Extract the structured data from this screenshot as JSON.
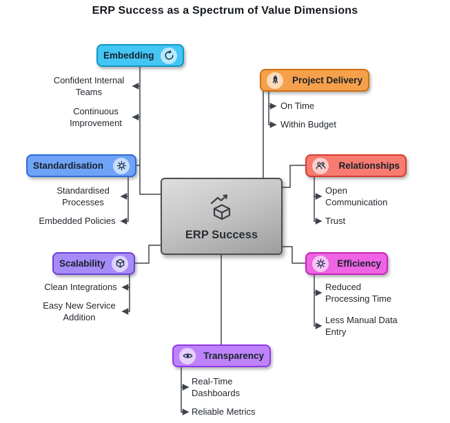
{
  "title": "ERP Success as a Spectrum of Value Dimensions",
  "center": {
    "label": "ERP Success",
    "icon": "package-growth-icon"
  },
  "line_color": "#3d434b",
  "nodes": [
    {
      "id": "embedding",
      "label": "Embedding",
      "icon": "refresh-cycle-icon",
      "fill": "#43C6F3",
      "border": "#0D97C6",
      "items": [
        "Confident Internal Teams",
        "Continuous Improvement"
      ]
    },
    {
      "id": "project-delivery",
      "label": "Project Delivery",
      "icon": "rocket-launch-icon",
      "fill": "#F6A04B",
      "border": "#D26E12",
      "items": [
        "On Time",
        "Within Budget"
      ]
    },
    {
      "id": "standardisation",
      "label": "Standardisation",
      "icon": "gear-sync-icon",
      "fill": "#6FA3F7",
      "border": "#2B6CD4",
      "items": [
        "Standardised Processes",
        "Embedded Policies"
      ]
    },
    {
      "id": "relationships",
      "label": "Relationships",
      "icon": "people-icon",
      "fill": "#F77B70",
      "border": "#D63A2F",
      "items": [
        "Open Communication",
        "Trust"
      ]
    },
    {
      "id": "scalability",
      "label": "Scalability",
      "icon": "cube-icon",
      "fill": "#A78BF6",
      "border": "#6D3FD8",
      "items": [
        "Clean Integrations",
        "Easy New Service Addition"
      ]
    },
    {
      "id": "efficiency",
      "label": "Efficiency",
      "icon": "gear-icon",
      "fill": "#EE64E4",
      "border": "#C225B8",
      "items": [
        "Reduced Processing Time",
        "Less Manual Data Entry"
      ]
    },
    {
      "id": "transparency",
      "label": "Transparency",
      "icon": "eye-icon",
      "fill": "#BE83FA",
      "border": "#9137EA",
      "items": [
        "Real-Time Dashboards",
        "Reliable Metrics"
      ]
    }
  ]
}
